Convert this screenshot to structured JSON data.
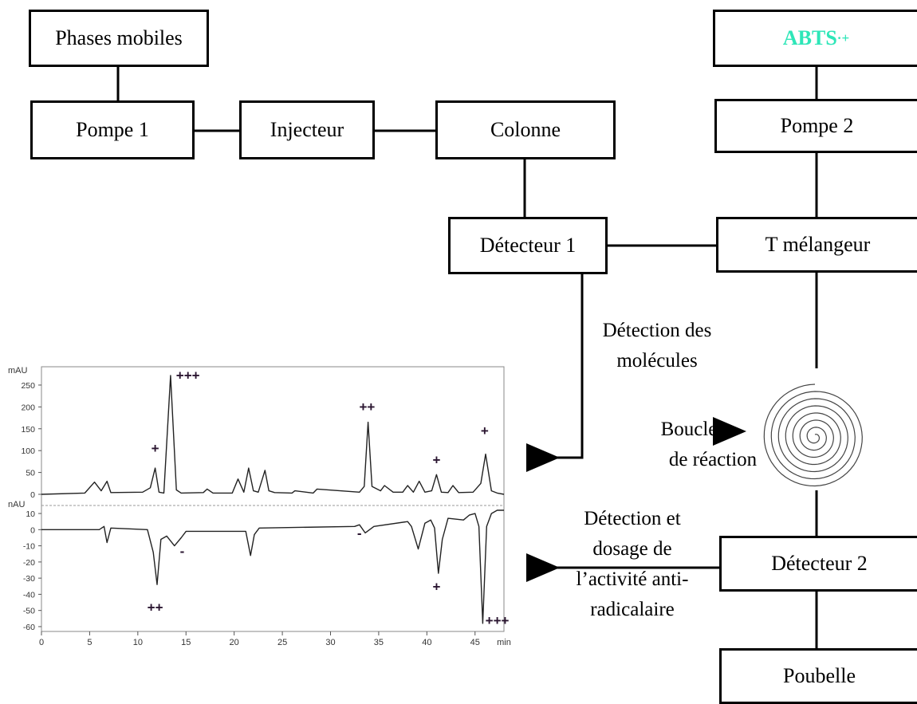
{
  "boxes": {
    "phases_mobiles": "Phases mobiles",
    "pompe1": "Pompe 1",
    "injecteur": "Injecteur",
    "colonne": "Colonne",
    "detecteur1": "Détecteur 1",
    "abts_main": "ABTS",
    "abts_sup": "·+",
    "pompe2": "Pompe 2",
    "t_melangeur": "T mélangeur",
    "detecteur2": "Détecteur 2",
    "poubelle": "Poubelle"
  },
  "labels": {
    "detection_molecules": [
      "Détection des",
      "molécules"
    ],
    "boucle": [
      "Boucle",
      "de réaction"
    ],
    "detection_dosage": [
      "Détection et",
      "dosage de",
      "l’activité anti-",
      "radicalaire"
    ]
  },
  "colors": {
    "abts": "#2ee6b8",
    "lines": "#000000"
  },
  "chart_data": {
    "type": "line",
    "xlabel": "min",
    "x_ticks": [
      0,
      5,
      10,
      15,
      20,
      25,
      30,
      35,
      40,
      45
    ],
    "xlim": [
      0,
      48
    ],
    "panels": [
      {
        "ylabel": "mAU",
        "ylim": [
          0,
          270
        ],
        "y_ticks": [
          0,
          50,
          100,
          150,
          200,
          250
        ],
        "series": {
          "x": [
            0,
            4.5,
            5.5,
            6.2,
            6.8,
            7.2,
            10.5,
            11.3,
            11.8,
            12.2,
            12.7,
            13.4,
            14.0,
            14.5,
            16.8,
            17.2,
            17.8,
            19.8,
            20.4,
            21.0,
            21.5,
            22.0,
            22.5,
            23.2,
            23.6,
            24.2,
            26.0,
            26.3,
            28.2,
            28.6,
            33.0,
            33.5,
            33.9,
            34.3,
            35.2,
            35.6,
            36.5,
            37.5,
            38.0,
            38.6,
            39.2,
            39.8,
            40.5,
            41.0,
            41.5,
            42.2,
            42.7,
            43.3,
            44.8,
            45.6,
            46.1,
            46.7,
            47.3,
            48
          ],
          "y": [
            0,
            3,
            28,
            8,
            30,
            4,
            5,
            15,
            60,
            5,
            3,
            272,
            10,
            3,
            4,
            12,
            3,
            3,
            35,
            5,
            60,
            8,
            5,
            55,
            8,
            4,
            3,
            8,
            3,
            12,
            5,
            18,
            165,
            18,
            8,
            20,
            5,
            5,
            20,
            5,
            30,
            5,
            8,
            45,
            5,
            4,
            20,
            4,
            5,
            25,
            92,
            8,
            3,
            0
          ]
        },
        "annotations": [
          {
            "text": "+",
            "x": 11.8,
            "y": 95
          },
          {
            "text": "+++",
            "x": 15.2,
            "y": 262
          },
          {
            "text": "++",
            "x": 33.8,
            "y": 190
          },
          {
            "text": "+",
            "x": 41.0,
            "y": 68
          },
          {
            "text": "+",
            "x": 46.0,
            "y": 135
          }
        ]
      },
      {
        "ylabel": "nAU",
        "ylim": [
          -62,
          12
        ],
        "y_ticks": [
          10,
          0,
          -10,
          -20,
          -30,
          -40,
          -50,
          -60
        ],
        "series": {
          "x": [
            0,
            6.0,
            6.5,
            6.8,
            7.2,
            11.0,
            11.6,
            12.0,
            12.4,
            13.0,
            13.8,
            14.5,
            15.0,
            21.2,
            21.7,
            22.1,
            22.6,
            32.5,
            33.0,
            33.6,
            34.5,
            38.0,
            38.4,
            39.1,
            39.8,
            40.4,
            40.8,
            41.2,
            41.6,
            42.2,
            43.8,
            44.4,
            45.0,
            45.4,
            45.8,
            46.2,
            46.7,
            47.3,
            48
          ],
          "y": [
            0,
            0,
            2,
            -8,
            1,
            0,
            -14,
            -34,
            -6,
            -4,
            -10,
            -5,
            -1,
            -1,
            -16,
            -3,
            1,
            2,
            3,
            -2,
            2,
            5,
            2,
            -12,
            4,
            6,
            1,
            -27,
            -6,
            7,
            6,
            9,
            10,
            2,
            -58,
            2,
            10,
            12,
            12
          ]
        },
        "annotations": [
          {
            "text": "++",
            "x": 11.8,
            "y": -51
          },
          {
            "text": "-",
            "x": 14.6,
            "y": -16
          },
          {
            "text": "-",
            "x": 33.0,
            "y": -5
          },
          {
            "text": "+",
            "x": 41.0,
            "y": -38
          },
          {
            "text": "+++",
            "x": 47.3,
            "y": -59
          }
        ]
      }
    ]
  }
}
